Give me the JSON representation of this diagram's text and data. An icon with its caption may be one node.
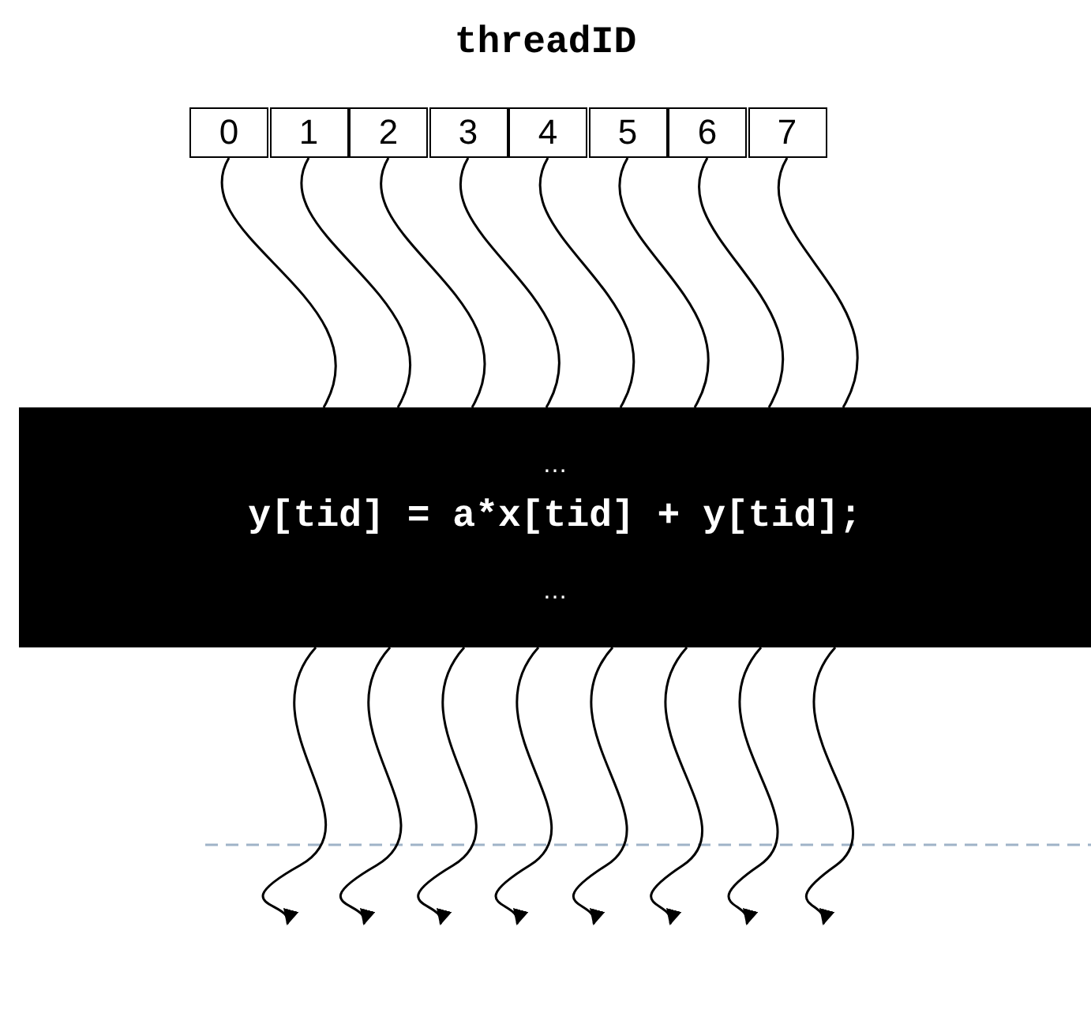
{
  "diagram": {
    "title": "threadID",
    "nodes": [
      {
        "text": [
          "0"
        ]
      },
      {
        "text": [
          "1"
        ]
      },
      {
        "text": [
          "2"
        ]
      },
      {
        "text": [
          "3"
        ]
      },
      {
        "text": [
          "4"
        ]
      },
      {
        "text": [
          "5"
        ]
      },
      {
        "text": [
          "6"
        ]
      },
      {
        "text": [
          "7"
        ]
      },
      {
        "text": [
          "…",
          "y[tid] = a*x[tid] + y[tid];",
          "…"
        ]
      }
    ],
    "edges": [
      {
        "from": 0,
        "to": 8,
        "arrow": "none"
      },
      {
        "from": 1,
        "to": 8,
        "arrow": "none"
      },
      {
        "from": 2,
        "to": 8,
        "arrow": "none"
      },
      {
        "from": 3,
        "to": 8,
        "arrow": "none"
      },
      {
        "from": 4,
        "to": 8,
        "arrow": "none"
      },
      {
        "from": 5,
        "to": 8,
        "arrow": "none"
      },
      {
        "from": 6,
        "to": 8,
        "arrow": "none"
      },
      {
        "from": 7,
        "to": 8,
        "arrow": "none"
      },
      {
        "from": 8,
        "to": null,
        "arrow": "to"
      },
      {
        "from": 8,
        "to": null,
        "arrow": "to"
      },
      {
        "from": 8,
        "to": null,
        "arrow": "to"
      },
      {
        "from": 8,
        "to": null,
        "arrow": "to"
      },
      {
        "from": 8,
        "to": null,
        "arrow": "to"
      },
      {
        "from": 8,
        "to": null,
        "arrow": "to"
      },
      {
        "from": 8,
        "to": null,
        "arrow": "to"
      },
      {
        "from": 8,
        "to": null,
        "arrow": "to"
      }
    ]
  }
}
